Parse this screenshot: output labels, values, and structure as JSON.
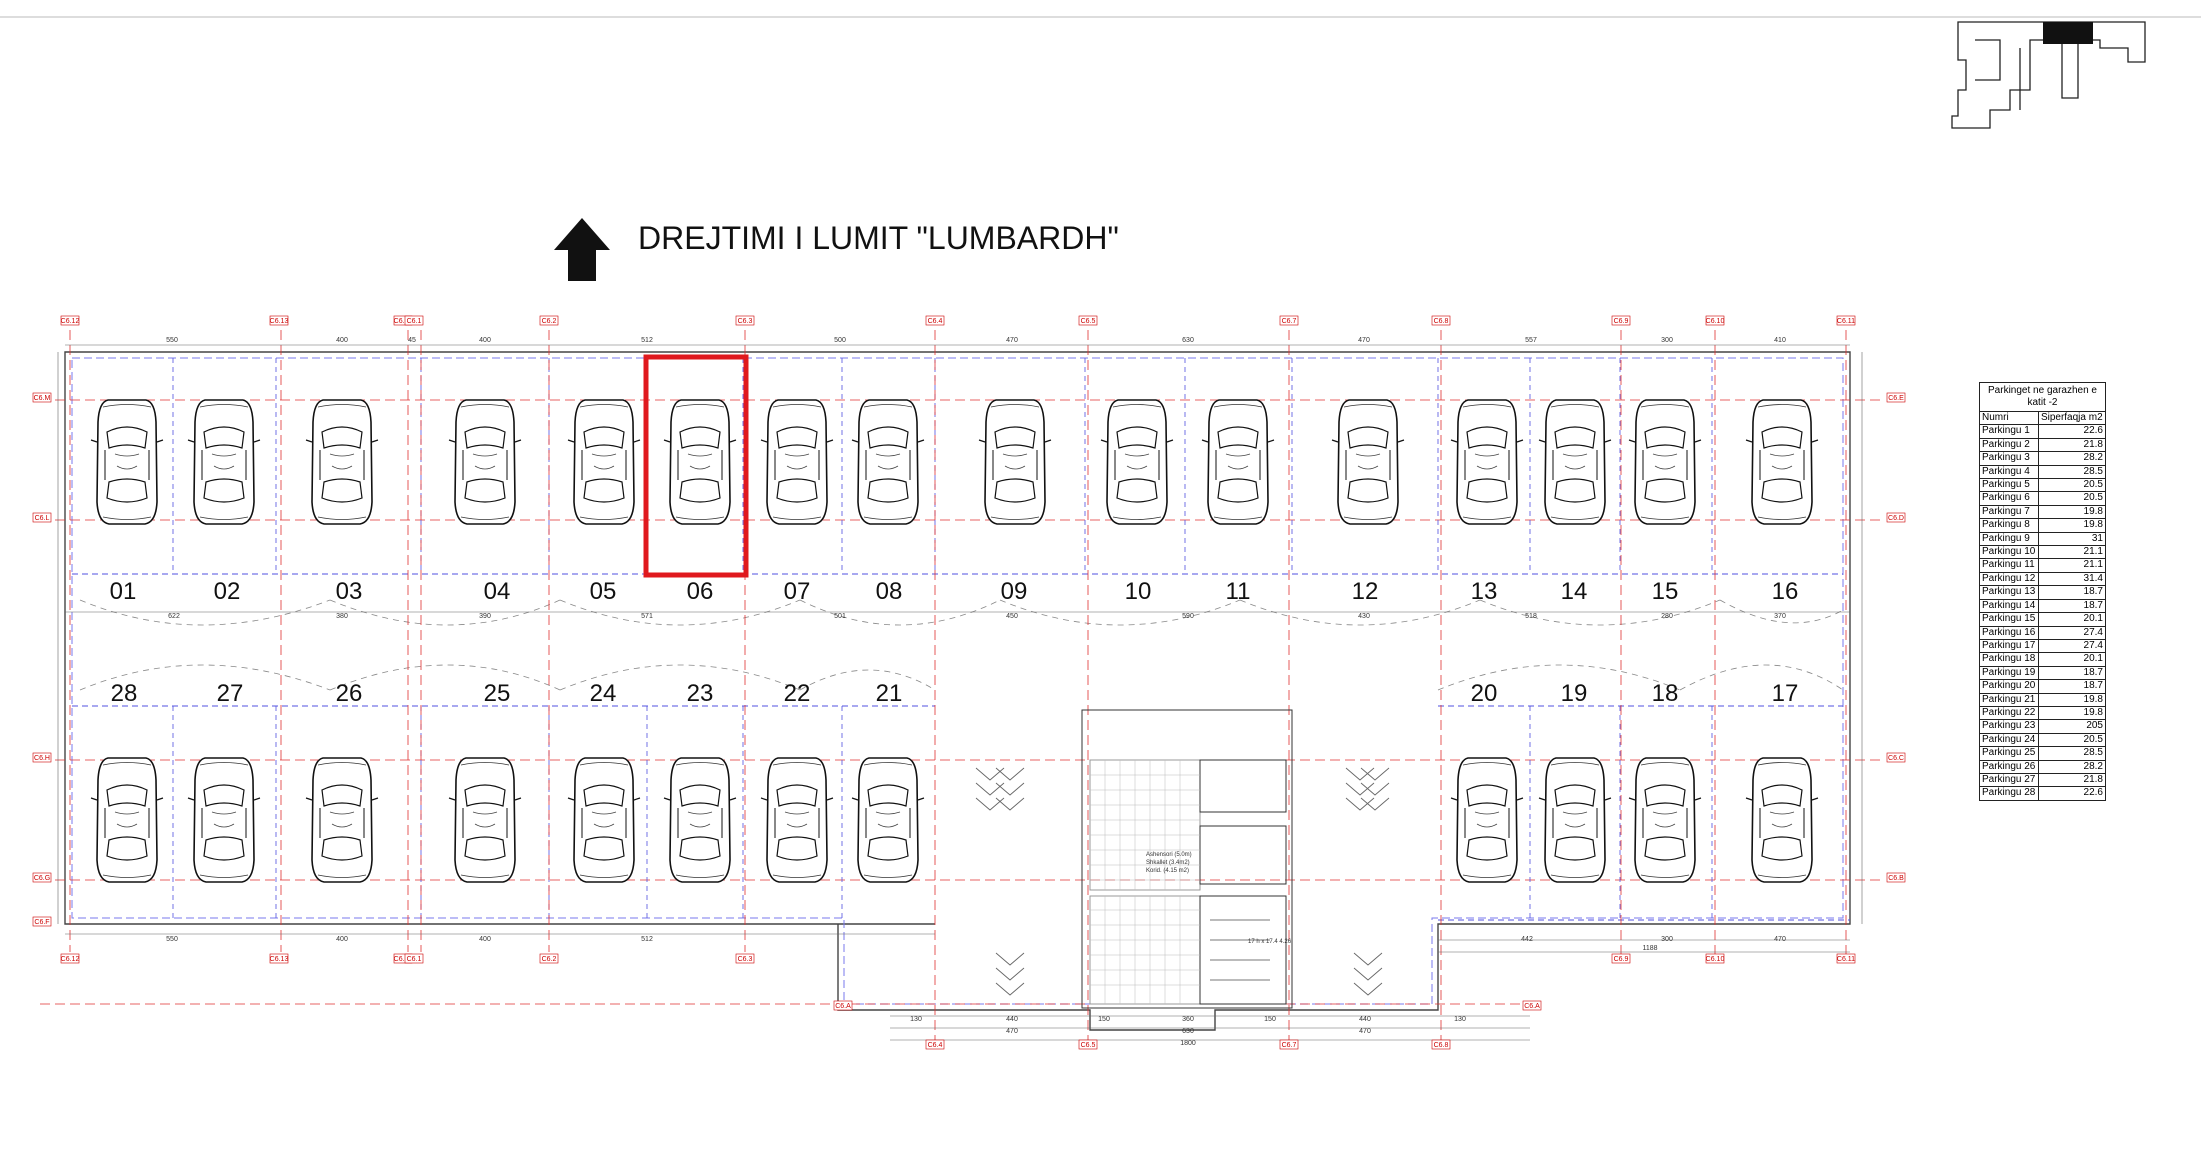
{
  "direction_label": "DREJTIMI  I LUMIT \"LUMBARDH\"",
  "spots_top": [
    "01",
    "02",
    "03",
    "04",
    "05",
    "06",
    "07",
    "08",
    "09",
    "10",
    "11",
    "12",
    "13",
    "14",
    "15",
    "16"
  ],
  "spots_bottom": [
    "28",
    "27",
    "26",
    "25",
    "24",
    "23",
    "22",
    "21",
    "20",
    "19",
    "18",
    "17"
  ],
  "highlighted_spot": "06",
  "highlight_color": "#e0191e",
  "grid_line_color": "#e03030",
  "secondary_line_color": "#5050e0",
  "axis_tags_top": [
    "C6.12",
    "C6.13",
    "C6.14",
    "C6.1",
    "C6.2",
    "C6.3",
    "C6.4",
    "C6.5",
    "C6.7",
    "C6.8",
    "C6.9",
    "C6.10",
    "C6.11"
  ],
  "axis_tags_bottom": [
    "C6.12",
    "C6.13",
    "C6.14",
    "C6.1",
    "C6.2",
    "C6.3",
    "C6.9",
    "C6.10",
    "C6.11"
  ],
  "axis_tags_core": [
    "C6.4",
    "C6.5",
    "C6.7",
    "C6.8"
  ],
  "axis_tags_left": [
    "C6.M",
    "C6.L",
    "C6.H",
    "C6.G",
    "C6.F"
  ],
  "axis_tags_right": [
    "C6.E",
    "C6.D",
    "C6.C",
    "C6.B"
  ],
  "axis_tags_side": [
    "C6.A",
    "C6.A"
  ],
  "dims_top": [
    "550",
    "400",
    "45",
    "400",
    "512",
    "500",
    "470",
    "630",
    "470",
    "557",
    "300",
    "410"
  ],
  "dims_mid": [
    "622",
    "380",
    "390",
    "571",
    "501",
    "450",
    "590",
    "430",
    "518",
    "280",
    "370"
  ],
  "dims_bottom": [
    "550",
    "400",
    "400",
    "512",
    "442",
    "300",
    "470"
  ],
  "dims_core": [
    "130",
    "440",
    "150",
    "360",
    "150",
    "440",
    "130",
    "470",
    "630",
    "470",
    "1800",
    "1188"
  ],
  "core_notes": [
    "Ashensori (5.0m)",
    "Shkallet (3.4m2)",
    "Korid. (4.15 m2)",
    "17 h x 17.4 4.26"
  ],
  "schedule": {
    "caption": "Parkinget ne garazhen e katit -2",
    "col_name": "Numri",
    "col_area": "Siperfaqja m2",
    "rows": [
      {
        "name": "Parkingu 1",
        "area": "22.6"
      },
      {
        "name": "Parkingu 2",
        "area": "21.8"
      },
      {
        "name": "Parkingu 3",
        "area": "28.2"
      },
      {
        "name": "Parkingu 4",
        "area": "28.5"
      },
      {
        "name": "Parkingu 5",
        "area": "20.5"
      },
      {
        "name": "Parkingu 6",
        "area": "20.5"
      },
      {
        "name": "Parkingu 7",
        "area": "19.8"
      },
      {
        "name": "Parkingu 8",
        "area": "19.8"
      },
      {
        "name": "Parkingu 9",
        "area": "31"
      },
      {
        "name": "Parkingu 10",
        "area": "21.1"
      },
      {
        "name": "Parkingu 11",
        "area": "21.1"
      },
      {
        "name": "Parkingu 12",
        "area": "31.4"
      },
      {
        "name": "Parkingu 13",
        "area": "18.7"
      },
      {
        "name": "Parkingu 14",
        "area": "18.7"
      },
      {
        "name": "Parkingu 15",
        "area": "20.1"
      },
      {
        "name": "Parkingu 16",
        "area": "27.4"
      },
      {
        "name": "Parkingu 17",
        "area": "27.4"
      },
      {
        "name": "Parkingu 18",
        "area": "20.1"
      },
      {
        "name": "Parkingu 19",
        "area": "18.7"
      },
      {
        "name": "Parkingu 20",
        "area": "18.7"
      },
      {
        "name": "Parkingu 21",
        "area": "19.8"
      },
      {
        "name": "Parkingu 22",
        "area": "19.8"
      },
      {
        "name": "Parkingu 23",
        "area": "205"
      },
      {
        "name": "Parkingu 24",
        "area": "20.5"
      },
      {
        "name": "Parkingu 25",
        "area": "28.5"
      },
      {
        "name": "Parkingu 26",
        "area": "28.2"
      },
      {
        "name": "Parkingu 27",
        "area": "21.8"
      },
      {
        "name": "Parkingu 28",
        "area": "22.6"
      }
    ]
  }
}
